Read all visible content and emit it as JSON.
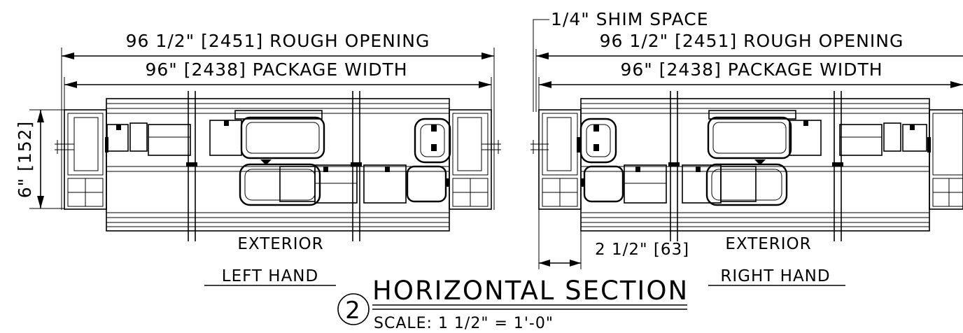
{
  "dimensions": {
    "rough_opening": "96 1/2\" [2451] ROUGH OPENING",
    "package_width": "96\" [2438] PACKAGE WIDTH",
    "height": "6\" [152]",
    "shim_space": "1/4\" SHIM SPACE",
    "jamb_offset": "2 1/2\" [63]"
  },
  "labels": {
    "exterior": "EXTERIOR",
    "left_hand": "LEFT HAND",
    "right_hand": "RIGHT HAND"
  },
  "title_block": {
    "number": "2",
    "title": "HORIZONTAL SECTION",
    "scale": "SCALE: 1 1/2\" = 1'-0\""
  }
}
